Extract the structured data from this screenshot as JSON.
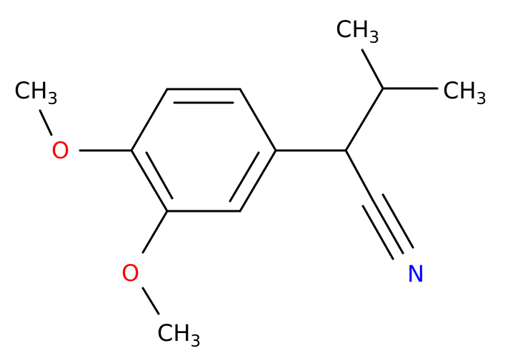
{
  "molecule": {
    "atoms": {
      "methyl_top": {
        "main": "CH",
        "sub": "3",
        "color": "#000000"
      },
      "methyl_right": {
        "main": "CH",
        "sub": "3",
        "color": "#000000"
      },
      "methoxy_upper_methyl": {
        "main": "CH",
        "sub": "3",
        "color": "#000000"
      },
      "methoxy_upper_oxygen": {
        "main": "O",
        "color": "#ff0000"
      },
      "methoxy_lower_oxygen": {
        "main": "O",
        "color": "#ff0000"
      },
      "methoxy_lower_methyl": {
        "main": "CH",
        "sub": "3",
        "color": "#000000"
      },
      "nitrile_nitrogen": {
        "main": "N",
        "color": "#0000ff"
      }
    },
    "colors": {
      "bond": "#000000",
      "background": "#ffffff"
    }
  }
}
